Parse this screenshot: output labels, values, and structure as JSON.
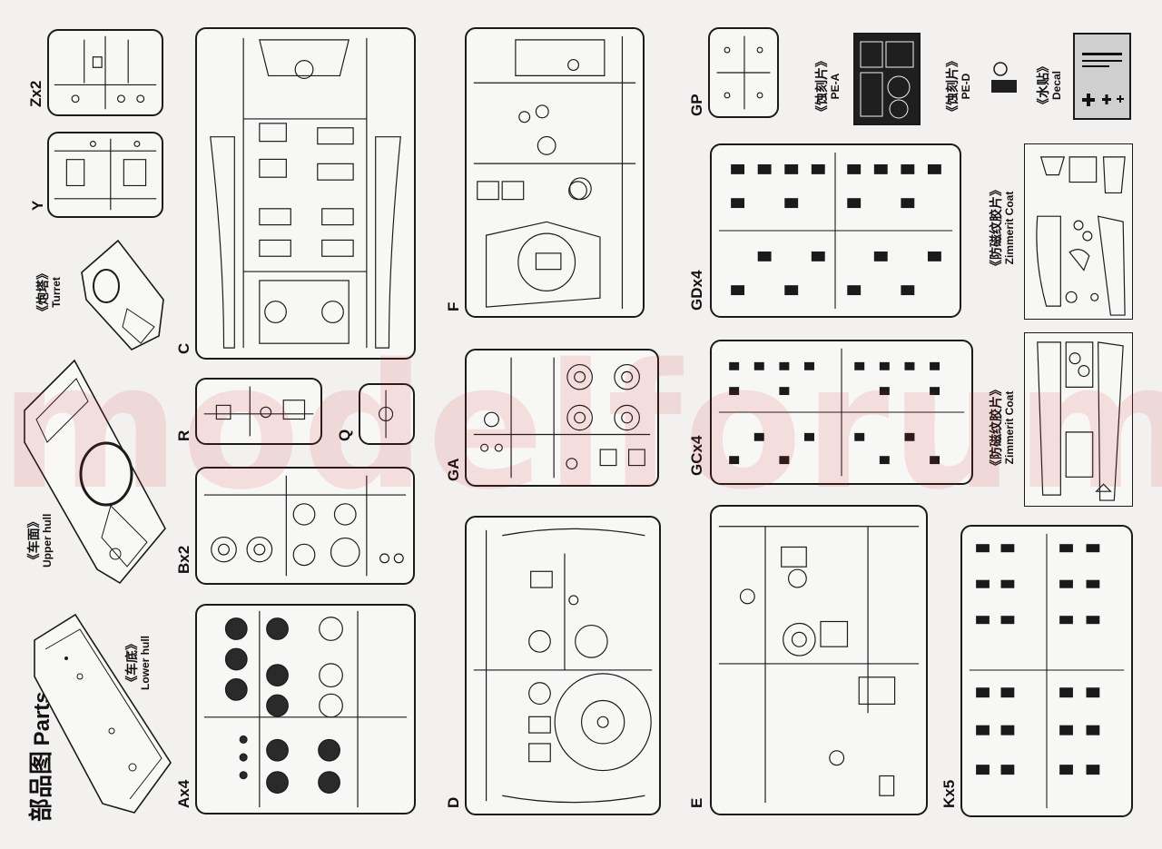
{
  "title": {
    "cn": "部品图",
    "en": "Parts"
  },
  "watermark": "modelforum.cz",
  "colors": {
    "line": "#1a1a1a",
    "paper": "#f2f1ef",
    "watermark": "#d22832"
  },
  "loose_parts": {
    "lower_hull": {
      "cn": "《车底》",
      "en": "Lower hull"
    },
    "upper_hull": {
      "cn": "《车面》",
      "en": "Upper hull"
    },
    "turret": {
      "cn": "《炮塔》",
      "en": "Turret"
    }
  },
  "sprues": {
    "zx2": "Zx2",
    "y": "Y",
    "c": "C",
    "r": "R",
    "q": "Q",
    "bx2": "Bx2",
    "ax4": "Ax4",
    "f": "F",
    "ga": "GA",
    "d": "D",
    "gp": "GP",
    "gdx4": "GDx4",
    "gcx4": "GCx4",
    "e": "E",
    "kx5": "Kx5"
  },
  "extras": {
    "pe_a": {
      "cn": "《蚀刻片》",
      "en": "PE-A"
    },
    "pe_d": {
      "cn": "《蚀刻片》",
      "en": "PE-D"
    },
    "decal": {
      "cn": "《水贴》",
      "en": "Decal"
    },
    "zimmerit_1": {
      "cn": "《防磁纹胶片》",
      "en": "Zimmerit Coat"
    },
    "zimmerit_2": {
      "cn": "《防磁纹胶片》",
      "en": "Zimmerit Coat"
    }
  }
}
